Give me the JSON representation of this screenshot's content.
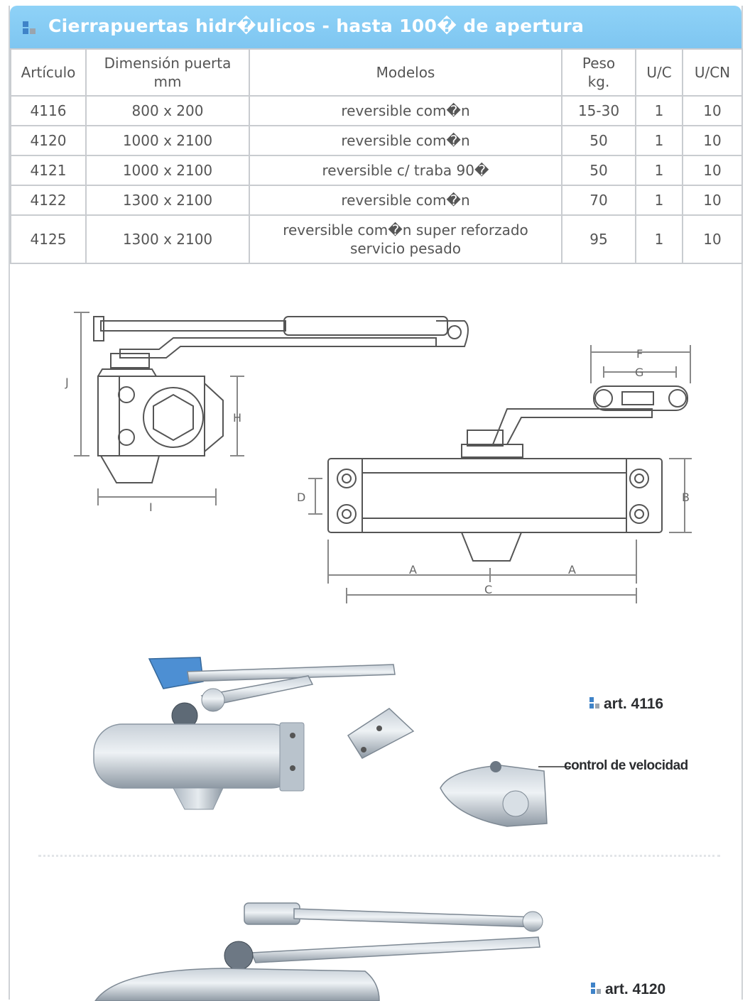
{
  "header": {
    "title": "Cierrapuertas hidr�ulicos - hasta 100� de apertura",
    "logo_icon": "blue-squares-logo-icon"
  },
  "table": {
    "headers": [
      "Artículo",
      "Dimensión puerta mm",
      "Modelos",
      "Peso kg.",
      "U/C",
      "U/CN"
    ],
    "header_lines": {
      "dimension": [
        "Dimensión puerta",
        "mm"
      ],
      "peso": [
        "Peso",
        "kg."
      ]
    },
    "rows": [
      {
        "articulo": "4116",
        "dimension": "800 x 200",
        "modelo": "reversible com�n",
        "peso": "15-30",
        "uc": "1",
        "ucn": "10"
      },
      {
        "articulo": "4120",
        "dimension": "1000 x 2100",
        "modelo": "reversible com�n",
        "peso": "50",
        "uc": "1",
        "ucn": "10"
      },
      {
        "articulo": "4121",
        "dimension": "1000 x 2100",
        "modelo": "reversible c/ traba 90�",
        "peso": "50",
        "uc": "1",
        "ucn": "10"
      },
      {
        "articulo": "4122",
        "dimension": "1300 x 2100",
        "modelo": "reversible com�n",
        "peso": "70",
        "uc": "1",
        "ucn": "10"
      },
      {
        "articulo": "4125",
        "dimension": "1300 x 2100",
        "modelo": [
          "reversible com�n super reforzado",
          "servicio pesado"
        ],
        "peso": "95",
        "uc": "1",
        "ucn": "10"
      }
    ]
  },
  "drawing": {
    "dimension_labels": [
      "J",
      "H",
      "I",
      "F",
      "G",
      "D",
      "B",
      "A",
      "A",
      "C"
    ]
  },
  "photos": {
    "art_4116_label": "art. 4116",
    "speed_control_label": "control de velocidad",
    "art_4120_label": "art. 4120"
  },
  "colors": {
    "header_bg": "#7ec6f1",
    "logo_blue": "#3f83c8",
    "logo_grey": "#9aa4ae",
    "border": "#c9ccd0",
    "text": "#555555"
  }
}
